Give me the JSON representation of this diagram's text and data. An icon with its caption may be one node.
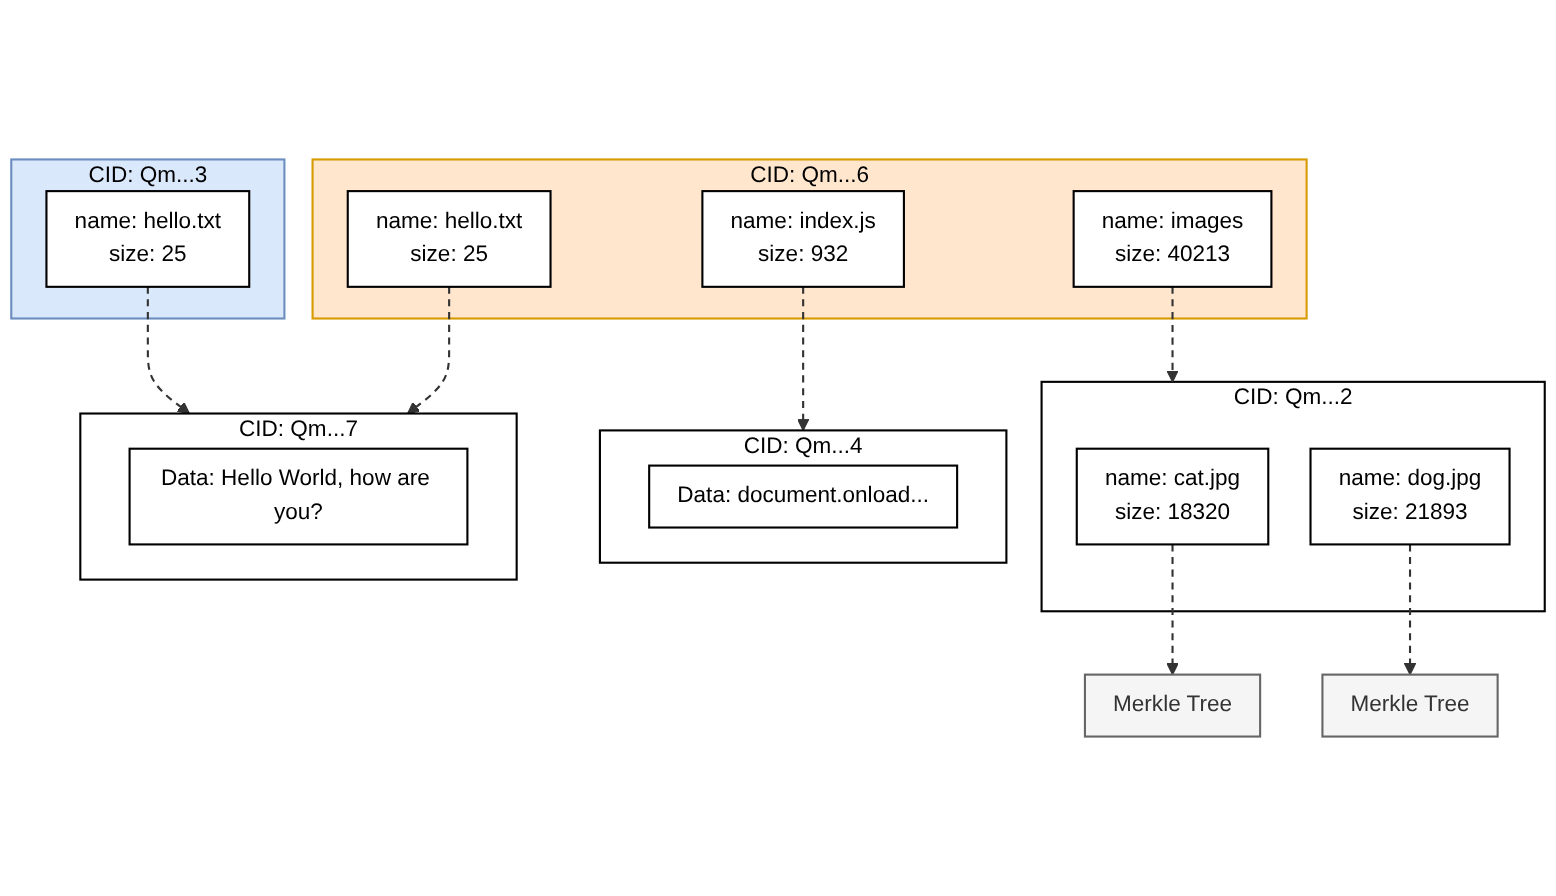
{
  "diagram": {
    "nodes": [
      {
        "text": [
          "CID: Qm...6"
        ]
      },
      {
        "text": [
          "name: images",
          "size: 40213"
        ],
        "in": 0
      },
      {
        "text": [
          "name: index.js",
          "size: 932"
        ],
        "in": 0
      },
      {
        "text": [
          "name: hello.txt",
          "size: 25"
        ],
        "in": 0
      },
      {
        "text": [
          "CID: Qm...3"
        ]
      },
      {
        "text": [
          "name: hello.txt",
          "size: 25"
        ],
        "in": 4
      },
      {
        "text": [
          "CID: Qm...2"
        ]
      },
      {
        "text": [
          "name: cat.jpg",
          "size: 18320"
        ],
        "in": 6
      },
      {
        "text": [
          "name: dog.jpg",
          "size: 21893"
        ],
        "in": 6
      },
      {
        "text": [
          "CID: Qm...4"
        ]
      },
      {
        "text": [
          "Data: document.onload..."
        ],
        "in": 9
      },
      {
        "text": [
          "CID: Qm...7"
        ]
      },
      {
        "text": [
          "Data: Hello World, how are you?"
        ],
        "in": 11
      },
      {
        "text": [
          "Merkle Tree"
        ]
      },
      {
        "text": [
          "Merkle Tree"
        ]
      }
    ],
    "edges": [
      {
        "from": 1,
        "to": 6,
        "arrow": "to",
        "style": "dashed"
      },
      {
        "from": 2,
        "to": 9,
        "arrow": "to",
        "style": "dashed"
      },
      {
        "from": 3,
        "to": 11,
        "arrow": "to",
        "style": "dashed"
      },
      {
        "from": 5,
        "to": 11,
        "arrow": "to",
        "style": "dashed"
      },
      {
        "from": 7,
        "to": 13,
        "arrow": "to",
        "style": "dashed"
      },
      {
        "from": 8,
        "to": 14,
        "arrow": "to",
        "style": "dashed"
      }
    ]
  }
}
